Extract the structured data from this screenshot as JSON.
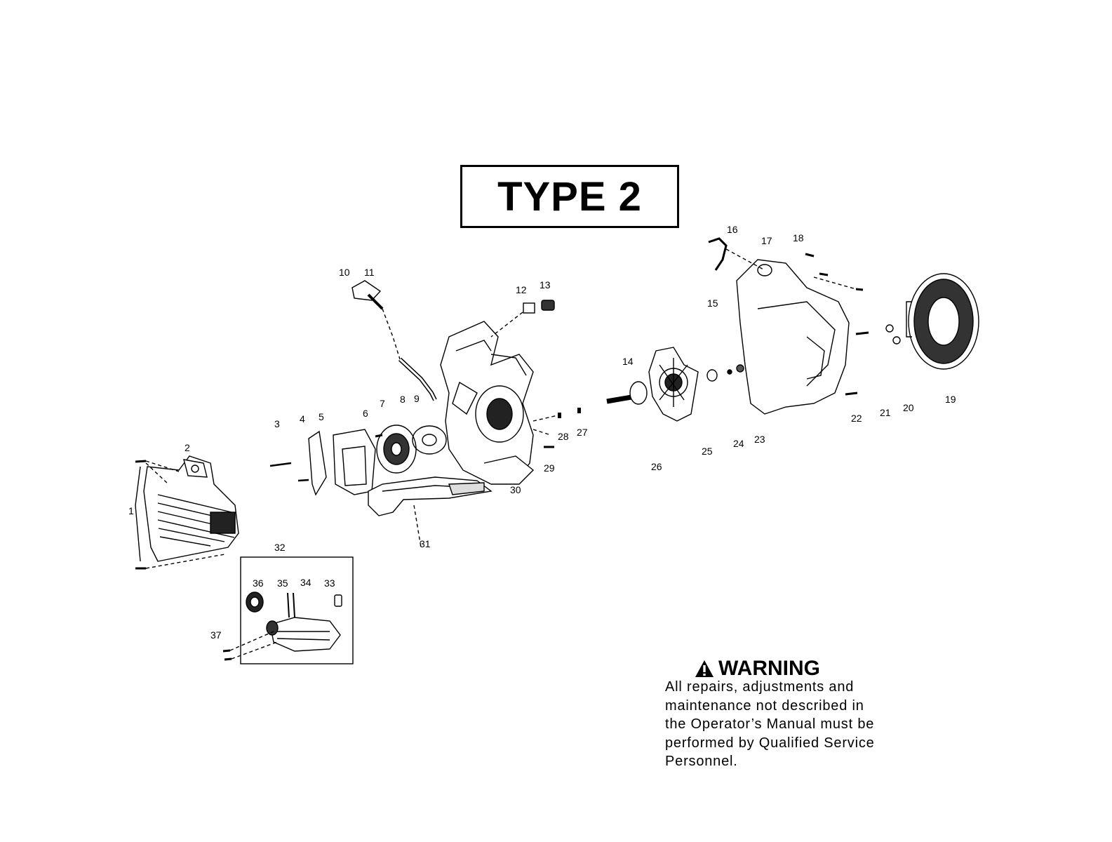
{
  "title": "TYPE 2",
  "callouts": [
    "1",
    "2",
    "3",
    "4",
    "5",
    "6",
    "7",
    "8",
    "9",
    "10",
    "11",
    "12",
    "13",
    "14",
    "15",
    "16",
    "17",
    "18",
    "19",
    "20",
    "21",
    "22",
    "23",
    "24",
    "25",
    "26",
    "27",
    "28",
    "29",
    "30",
    "31",
    "32",
    "33",
    "34",
    "35",
    "36",
    "37"
  ],
  "warning": {
    "icon": "warning-triangle-icon",
    "heading": "WARNING",
    "lines": [
      "All repairs, adjustments and",
      "maintenance not described in",
      "the Operator’s Manual must be",
      "performed by Qualified Service",
      "Personnel."
    ]
  }
}
